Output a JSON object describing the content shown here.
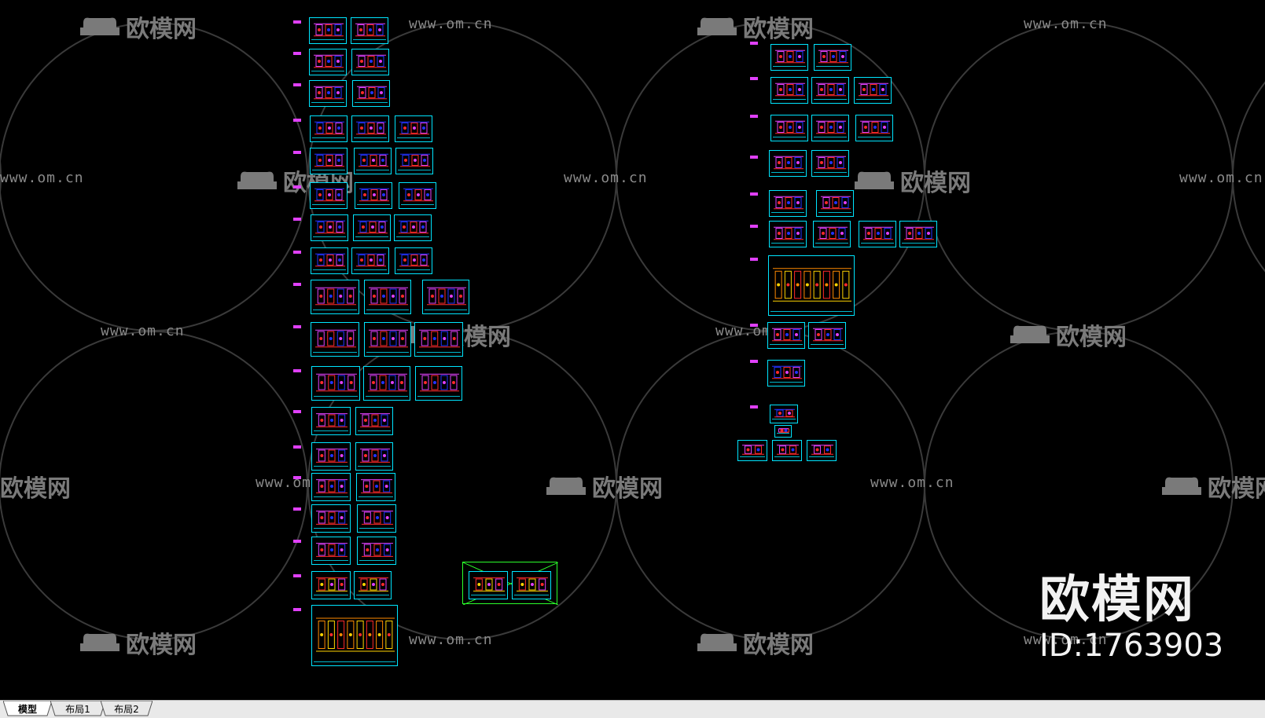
{
  "tabs": [
    {
      "label": "模型",
      "active": true
    },
    {
      "label": "布局1",
      "active": false
    },
    {
      "label": "布局2",
      "active": false
    }
  ],
  "watermark": {
    "url_text": "www.om.cn",
    "logo_text": "欧模网"
  },
  "brand": {
    "name": "欧模网",
    "id": "ID:1763903"
  },
  "colors": {
    "background": "#000000",
    "frame": "#00e5ff",
    "magenta": "#e040fb",
    "blue": "#2233ff",
    "red": "#ff2a2a",
    "yellow": "#ffd400",
    "green": "#2bff2b",
    "orange": "#ff8a00"
  }
}
